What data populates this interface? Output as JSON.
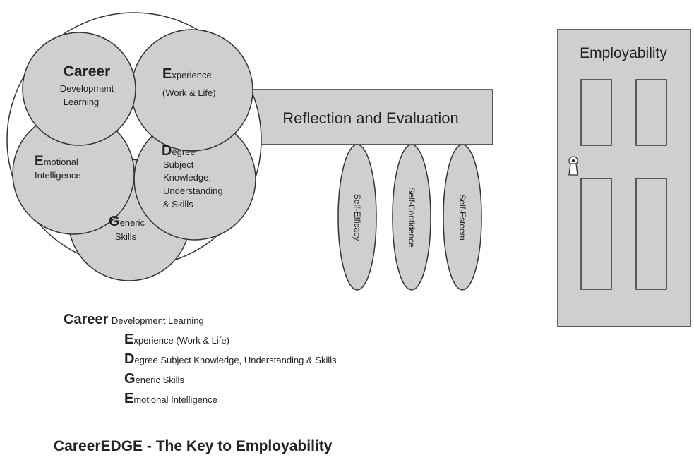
{
  "colors": {
    "fill": "#cfcfcf",
    "stroke": "#333333",
    "text": "#222222",
    "background": "#ffffff"
  },
  "circles": {
    "career": {
      "cap": "Career",
      "line1": "Development",
      "line2": "Learning"
    },
    "experience": {
      "cap": "E",
      "rest": "xperience",
      "line2": "(Work & Life)"
    },
    "emotional": {
      "cap": "E",
      "rest": "motional",
      "line2": "Intelligence"
    },
    "degree": {
      "cap": "D",
      "rest": "egree",
      "line2": "Subject",
      "line3": "Knowledge,",
      "line4": "Understanding",
      "line5": "& Skills"
    },
    "generic": {
      "cap": "G",
      "rest": "eneric",
      "line2": "Skills"
    }
  },
  "key_bar": {
    "label": "Reflection and Evaluation"
  },
  "ovals": [
    "Self-Efficacy",
    "Self-Confidence",
    "Self-Esteem"
  ],
  "door": {
    "label": "Employability",
    "keyhole_icon": "keyhole-icon"
  },
  "legend": [
    {
      "cap": "Career",
      "rest": "Development Learning"
    },
    {
      "cap": "E",
      "rest": "xperience (Work & Life)"
    },
    {
      "cap": "D",
      "rest": "egree Subject Knowledge, Understanding & Skills"
    },
    {
      "cap": "G",
      "rest": "eneric Skills"
    },
    {
      "cap": "E",
      "rest": "motional Intelligence"
    }
  ],
  "title": "CareerEDGE - The Key to Employability"
}
